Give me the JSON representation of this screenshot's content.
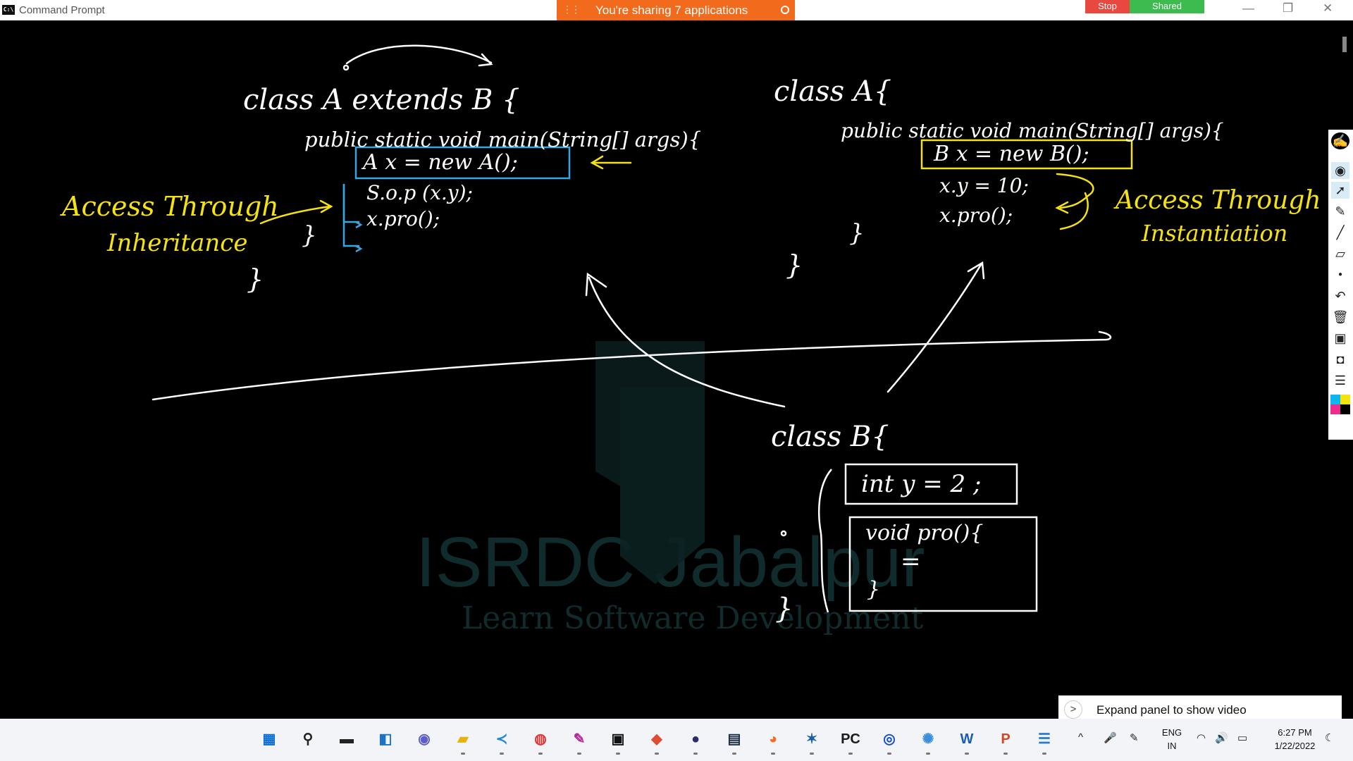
{
  "window": {
    "title": "Command Prompt",
    "icon_label": "C:\\"
  },
  "share_banner": {
    "message": "You're sharing 7 applications"
  },
  "meeting": {
    "stop_label": "Stop",
    "shared_label": "Shared"
  },
  "window_controls": {
    "minimize": "—",
    "restore": "❐",
    "close": "✕"
  },
  "whiteboard": {
    "left_class": {
      "header": "class  A  extends  B {",
      "main_sig": "public static void main(String[] args){",
      "line1": "A  x  =  new  A();",
      "line2": "S.o.p (x.y);",
      "line3": "x.pro();",
      "close_inner": "}",
      "close_outer": "}"
    },
    "left_label": {
      "line1": "Access Through",
      "line2": "Inheritance"
    },
    "right_class": {
      "header": "class A{",
      "main_sig": "public static void main(String[] args){",
      "line1": "B  x  =  new  B();",
      "line2": "x.y = 10;",
      "line3": "x.pro();",
      "close_inner": "}",
      "close_outer": "}"
    },
    "right_label": {
      "line1": "Access Through",
      "line2": "Instantiation"
    },
    "bottom_class": {
      "header": "class  B{",
      "field": "int  y = 2 ;",
      "method": "void  pro(){",
      "body": "=",
      "method_close": "}",
      "close": "}"
    }
  },
  "watermark": {
    "title": "ISRDC Jabalpur",
    "subtitle": "Learn Software Development"
  },
  "tools": [
    "pen-icon",
    "eye-icon",
    "cursor-icon",
    "highlighter-icon",
    "line-icon",
    "eraser-icon",
    "dot-icon",
    "undo-icon",
    "trash-icon",
    "screen-icon",
    "camera-icon",
    "notes-icon",
    "palette-icon"
  ],
  "expand_panel": {
    "chevron": ">",
    "label": "Expand panel to show video"
  },
  "taskbar": {
    "apps": [
      {
        "name": "start",
        "glyph": "▦",
        "color": "#0a6cd6"
      },
      {
        "name": "search",
        "glyph": "⚲",
        "color": "#222"
      },
      {
        "name": "task-view",
        "glyph": "▬",
        "color": "#222"
      },
      {
        "name": "widgets",
        "glyph": "◧",
        "color": "#1a73c9"
      },
      {
        "name": "teams-chat",
        "glyph": "◉",
        "color": "#5b5fc7"
      },
      {
        "name": "file-explorer",
        "glyph": "▰",
        "color": "#e8b20e"
      },
      {
        "name": "vscode",
        "glyph": "≺",
        "color": "#1f8ad2"
      },
      {
        "name": "chrome",
        "glyph": "◍",
        "color": "#d33"
      },
      {
        "name": "paint-brush",
        "glyph": "✎",
        "color": "#b5289b"
      },
      {
        "name": "terminal",
        "glyph": "▣",
        "color": "#111"
      },
      {
        "name": "stickies",
        "glyph": "◆",
        "color": "#e04b35"
      },
      {
        "name": "eclipse",
        "glyph": "●",
        "color": "#2b2a6b"
      },
      {
        "name": "mysql",
        "glyph": "▤",
        "color": "#1b2b44"
      },
      {
        "name": "firefox",
        "glyph": "◕",
        "color": "#ff6a1a"
      },
      {
        "name": "kali",
        "glyph": "✶",
        "color": "#1c5ea8"
      },
      {
        "name": "pycharm",
        "glyph": "PC",
        "color": "#1b1b1b"
      },
      {
        "name": "zoom-app",
        "glyph": "◎",
        "color": "#1450c7"
      },
      {
        "name": "network-app",
        "glyph": "✺",
        "color": "#3a8fd8"
      },
      {
        "name": "word",
        "glyph": "W",
        "color": "#1a5db8"
      },
      {
        "name": "powerpoint",
        "glyph": "P",
        "color": "#d24726"
      },
      {
        "name": "notepad",
        "glyph": "☰",
        "color": "#2a7bd0"
      }
    ],
    "tray": {
      "chevron_up": "^",
      "mic": "🎤",
      "pen": "✎",
      "language": "ENG",
      "region": "IN",
      "wifi": "◠",
      "volume": "🔊",
      "battery": "▭",
      "time": "6:27 PM",
      "date": "1/22/2022"
    }
  }
}
